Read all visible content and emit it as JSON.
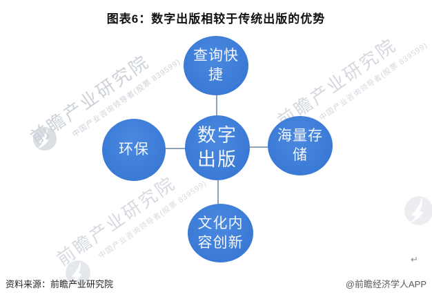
{
  "title": "图表6：数字出版相较于传统出版的优势",
  "diagram": {
    "type": "radial-diagram",
    "center": {
      "label": "数字\n出版",
      "name": "digital-publishing"
    },
    "nodes": [
      {
        "position": "top",
        "label": "查询快\n捷",
        "name": "quick-query"
      },
      {
        "position": "left",
        "label": "环保",
        "name": "eco-friendly"
      },
      {
        "position": "right",
        "label": "海量存\n储",
        "name": "mass-storage"
      },
      {
        "position": "bottom",
        "label": "文化内\n容创新",
        "name": "content-innovation"
      }
    ]
  },
  "watermark": {
    "text": "前瞻产业研究院",
    "subtext": "中国产业咨询领导者(股票 839599)",
    "logo": "qianzhan-bird-logo"
  },
  "footer": {
    "source": "资料来源：前瞻产业研究院",
    "credit": "@前瞻经济学人APP",
    "return_mark": "↵"
  },
  "colors": {
    "node_blue": "#3C7DD8",
    "node_text": "#F2F6FA",
    "connector": "#8EA4B4",
    "watermark_gray": "#CDD2D9",
    "title": "#111111",
    "source_text": "#262626",
    "credit_text": "#595959",
    "background": "#FFFFFF"
  }
}
